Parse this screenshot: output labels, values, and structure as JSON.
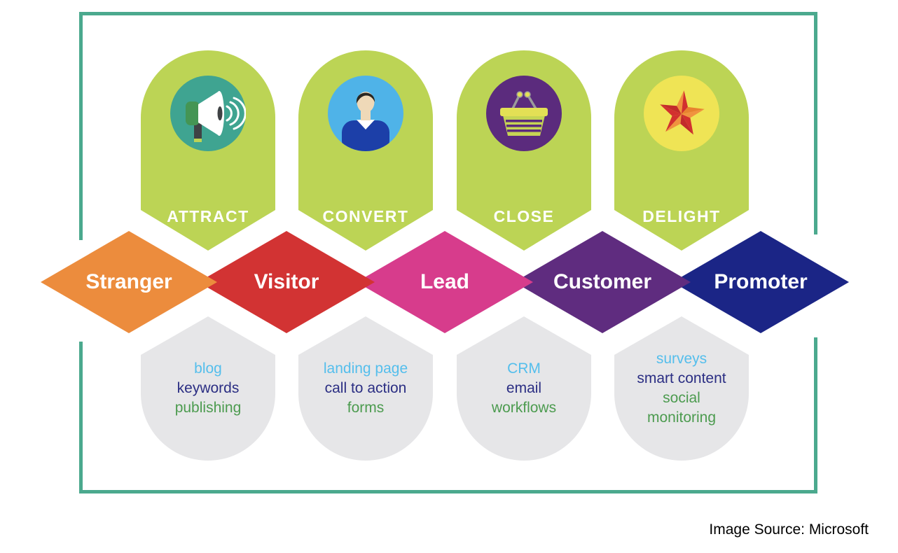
{
  "palette": {
    "frame_teal": "#4BA98E",
    "badge_green": "#BCD455",
    "shield_gray": "#E6E6E8",
    "tool_blue": "#54BEEC",
    "tool_navy": "#2B2E83",
    "tool_green": "#4C9B4F"
  },
  "stages": [
    {
      "label": "ATTRACT",
      "icon": "megaphone-icon",
      "circle_color": "#3FA491"
    },
    {
      "label": "CONVERT",
      "icon": "person-icon",
      "circle_color": "#4FB3E8"
    },
    {
      "label": "CLOSE",
      "icon": "basket-icon",
      "circle_color": "#5B2B7D"
    },
    {
      "label": "DELIGHT",
      "icon": "star-icon",
      "circle_color": "#EFE455"
    }
  ],
  "personas": [
    {
      "label": "Stranger",
      "color": "#EC8C3D"
    },
    {
      "label": "Visitor",
      "color": "#D23333"
    },
    {
      "label": "Lead",
      "color": "#D73C8C"
    },
    {
      "label": "Customer",
      "color": "#5F2C7F"
    },
    {
      "label": "Promoter",
      "color": "#1B2586"
    }
  ],
  "tools": [
    {
      "items": [
        {
          "text": "blog",
          "tone": "blue"
        },
        {
          "text": "keywords",
          "tone": "navy"
        },
        {
          "text": "publishing",
          "tone": "green"
        }
      ]
    },
    {
      "items": [
        {
          "text": "landing page",
          "tone": "blue"
        },
        {
          "text": "call to action",
          "tone": "navy"
        },
        {
          "text": "forms",
          "tone": "green"
        }
      ]
    },
    {
      "items": [
        {
          "text": "CRM",
          "tone": "blue"
        },
        {
          "text": "email",
          "tone": "navy"
        },
        {
          "text": "workflows",
          "tone": "green"
        }
      ]
    },
    {
      "items": [
        {
          "text": "surveys",
          "tone": "blue"
        },
        {
          "text": "smart content",
          "tone": "navy"
        },
        {
          "text": "social monitoring",
          "tone": "green"
        }
      ]
    }
  ],
  "caption": {
    "text": "Image Source: Microsoft"
  }
}
